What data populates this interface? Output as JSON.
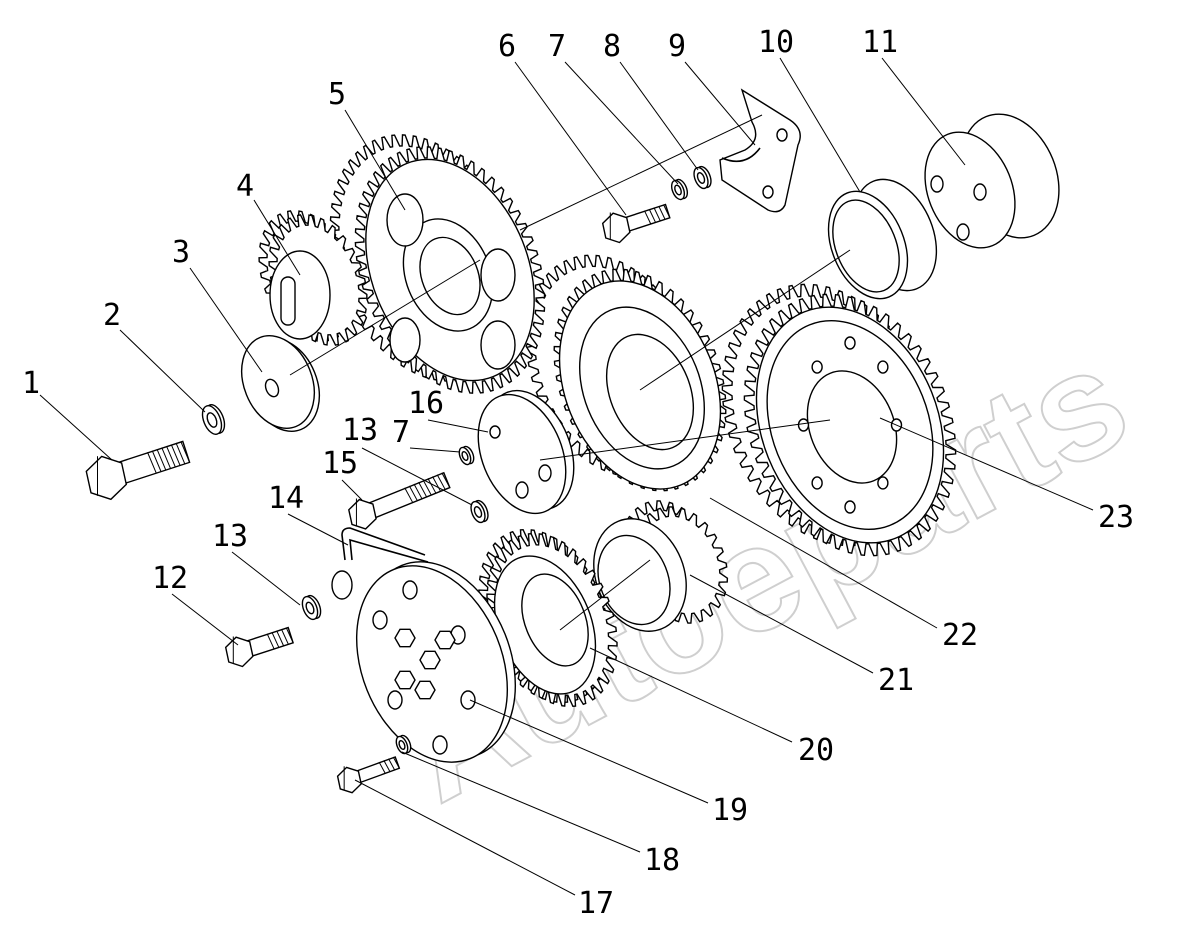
{
  "diagram": {
    "watermark": "Autoeparts",
    "callouts": [
      {
        "id": "c1",
        "label": "1"
      },
      {
        "id": "c2",
        "label": "2"
      },
      {
        "id": "c3",
        "label": "3"
      },
      {
        "id": "c4",
        "label": "4"
      },
      {
        "id": "c5",
        "label": "5"
      },
      {
        "id": "c6",
        "label": "6"
      },
      {
        "id": "c7a",
        "label": "7"
      },
      {
        "id": "c8",
        "label": "8"
      },
      {
        "id": "c9",
        "label": "9"
      },
      {
        "id": "c10",
        "label": "10"
      },
      {
        "id": "c11",
        "label": "11"
      },
      {
        "id": "c12",
        "label": "12"
      },
      {
        "id": "c13a",
        "label": "13"
      },
      {
        "id": "c13b",
        "label": "13"
      },
      {
        "id": "c7b",
        "label": "7"
      },
      {
        "id": "c14",
        "label": "14"
      },
      {
        "id": "c15",
        "label": "15"
      },
      {
        "id": "c16",
        "label": "16"
      },
      {
        "id": "c17",
        "label": "17"
      },
      {
        "id": "c18",
        "label": "18"
      },
      {
        "id": "c19",
        "label": "19"
      },
      {
        "id": "c20",
        "label": "20"
      },
      {
        "id": "c21",
        "label": "21"
      },
      {
        "id": "c22",
        "label": "22"
      },
      {
        "id": "c23",
        "label": "23"
      }
    ]
  }
}
